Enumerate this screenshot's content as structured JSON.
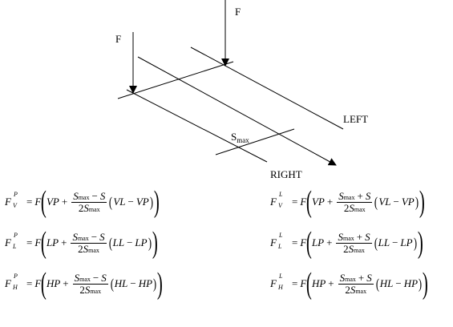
{
  "diagram": {
    "force_label": "F",
    "force_label_2": "F",
    "left_label": "LEFT",
    "right_label": "RIGHT",
    "smax_base": "S",
    "smax_sub": "max"
  },
  "equations": {
    "force": "F",
    "sub_max": "max",
    "two": "2",
    "S": "S",
    "left_side": [
      {
        "sup": "P",
        "sub": "V",
        "a": "VP",
        "b": "VL",
        "sign": "−"
      },
      {
        "sup": "P",
        "sub": "L",
        "a": "LP",
        "b": "LL",
        "sign": "−"
      },
      {
        "sup": "P",
        "sub": "H",
        "a": "HP",
        "b": "HL",
        "sign": "−"
      }
    ],
    "right_side": [
      {
        "sup": "L",
        "sub": "V",
        "a": "VP",
        "b": "VL",
        "sign": "+"
      },
      {
        "sup": "L",
        "sub": "L",
        "a": "LP",
        "b": "LL",
        "sign": "+"
      },
      {
        "sup": "L",
        "sub": "H",
        "a": "HP",
        "b": "HL",
        "sign": "+"
      }
    ]
  }
}
